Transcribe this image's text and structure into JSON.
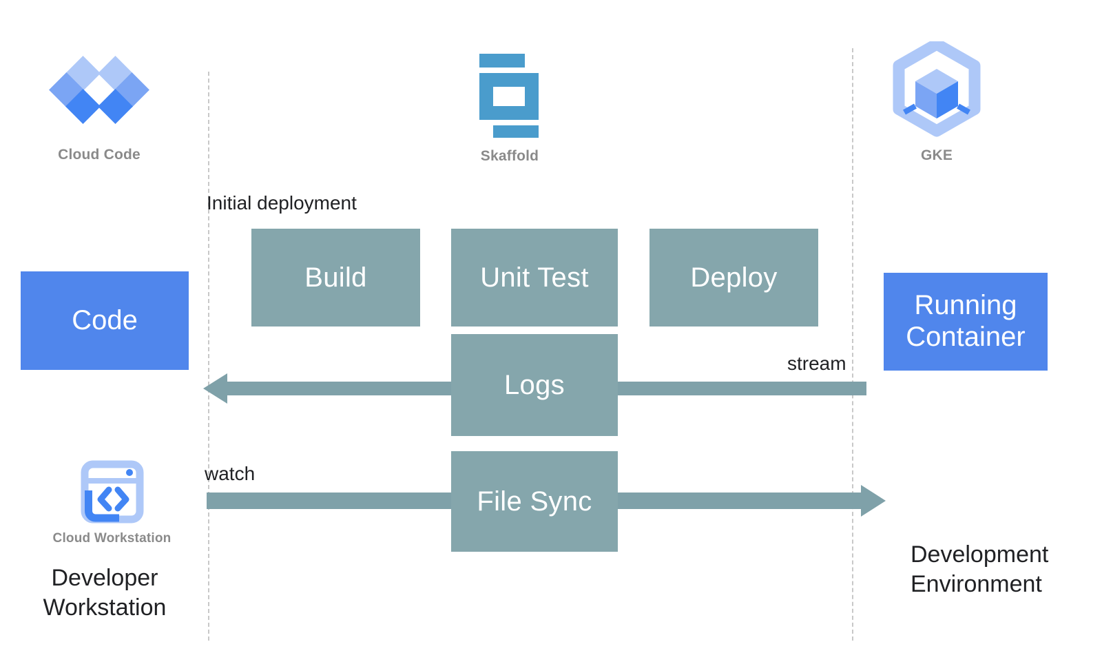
{
  "diagram": {
    "title": "Skaffold development loop with Cloud Code and GKE",
    "colors": {
      "stage_box": "#85a6ac",
      "accent_blue": "#5086ec",
      "logo_blue_light": "#aec8f8",
      "logo_blue_mid": "#7ba5f4",
      "logo_blue_dark": "#4285f4",
      "skaffold_blue": "#4a9ccc",
      "dashed_line": "#c8c8c8",
      "caption_gray": "#8a8a8a",
      "text_dark": "#202124"
    },
    "logos": [
      {
        "name": "cloud-code",
        "caption": "Cloud Code"
      },
      {
        "name": "skaffold",
        "caption": "Skaffold"
      },
      {
        "name": "gke",
        "caption": "GKE"
      }
    ],
    "icons": {
      "cloud_workstation_caption": "Cloud Workstation"
    },
    "endpoints": {
      "left_box_label": "Code",
      "right_box_label": "Running\nContainer",
      "right_box_line1": "Running",
      "right_box_line2": "Container"
    },
    "stages": [
      {
        "id": "build",
        "label": "Build"
      },
      {
        "id": "unit-test",
        "label": "Unit Test"
      },
      {
        "id": "deploy",
        "label": "Deploy"
      },
      {
        "id": "logs",
        "label": "Logs"
      },
      {
        "id": "file-sync",
        "label": "File Sync"
      }
    ],
    "flow_labels": [
      {
        "id": "initial-deployment",
        "text": "Initial deployment"
      },
      {
        "id": "stream",
        "text": "stream"
      },
      {
        "id": "watch",
        "text": "watch"
      }
    ],
    "environments": [
      {
        "id": "developer-workstation",
        "line1": "Developer",
        "line2": "Workstation"
      },
      {
        "id": "development-environment",
        "line1": "Development",
        "line2": "Environment"
      }
    ]
  }
}
